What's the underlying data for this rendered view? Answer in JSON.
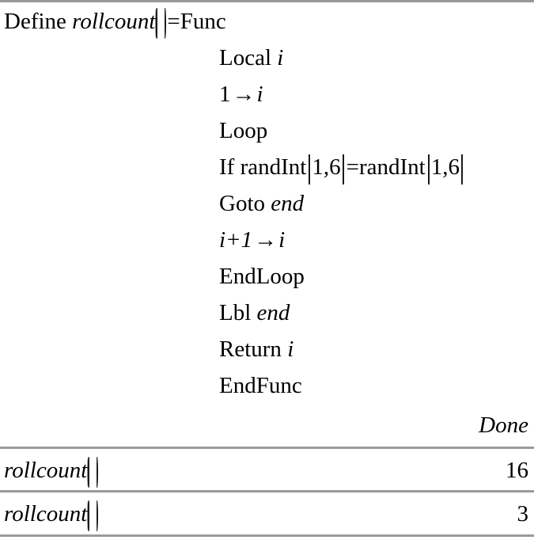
{
  "app": {
    "screen": "calculator-history",
    "background_color": "#ffffff",
    "text_color": "#000000",
    "separator_color": "#9a9a9a"
  },
  "program": {
    "definition_keyword": "Define",
    "function_name": "rollcount",
    "equals": "=",
    "header_keyword": "Func",
    "lines": [
      {
        "keyword": "Local",
        "operand": "i"
      },
      {
        "keyword": "",
        "operand": "1",
        "arrow": "→",
        "target": "i"
      },
      {
        "keyword": "Loop",
        "operand": ""
      },
      {
        "keyword": "If",
        "operand": "randInt",
        "arg": "1,6",
        "comparator": "=",
        "operand2": "randInt",
        "arg2": "1,6"
      },
      {
        "keyword": "Goto",
        "operand": "end"
      },
      {
        "keyword": "",
        "operand": "i+1",
        "arrow": "→",
        "target": "i"
      },
      {
        "keyword": "EndLoop",
        "operand": ""
      },
      {
        "keyword": "Lbl",
        "operand": "end"
      },
      {
        "keyword": "Return",
        "operand": "i"
      },
      {
        "keyword": "EndFunc",
        "operand": ""
      }
    ],
    "line_text": {
      "local": "Local",
      "local_var": "i",
      "assign_value": "1",
      "assign_arrow": "→",
      "assign_var": "i",
      "loop": "Loop",
      "if": "If",
      "randint": "randInt",
      "randint_args": "1,6",
      "comparator": "=",
      "goto": "Goto",
      "goto_label": "end",
      "incr_expr": "i+1",
      "incr_arrow": "→",
      "incr_var": "i",
      "endloop": "EndLoop",
      "lbl": "Lbl",
      "lbl_label": "end",
      "return": "Return",
      "return_var": "i",
      "endfunc": "EndFunc"
    }
  },
  "history": {
    "define_result": "Done",
    "rows": [
      {
        "entry_name": "rollcount",
        "result": "16"
      },
      {
        "entry_name": "rollcount",
        "result": "3"
      }
    ]
  }
}
